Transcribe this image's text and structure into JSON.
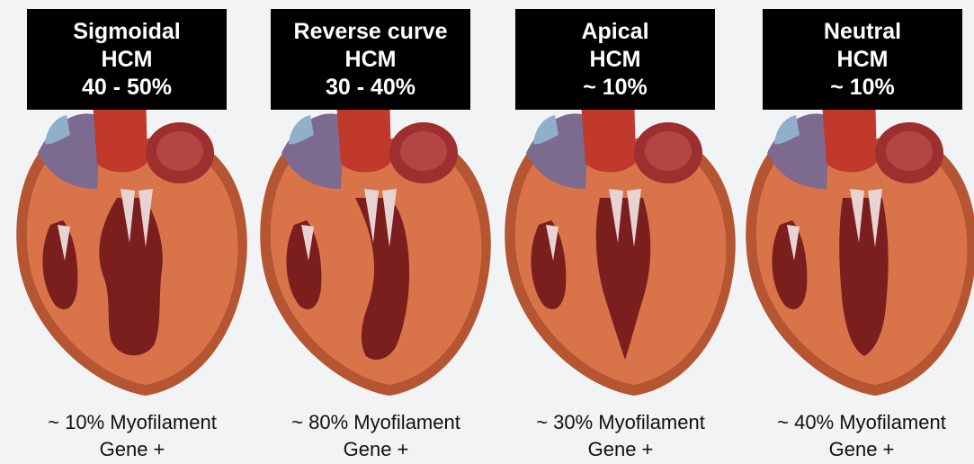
{
  "panels": [
    {
      "id": "sigmoidal",
      "title": "Sigmoidal",
      "subtitle": "HCM",
      "prevalence": "40 - 50%",
      "caption_line1": "~ 10% Myofilament",
      "caption_line2": "Gene +"
    },
    {
      "id": "reverse-curve",
      "title": "Reverse curve",
      "subtitle": "HCM",
      "prevalence": "30 - 40%",
      "caption_line1": "~ 80% Myofilament",
      "caption_line2": "Gene +"
    },
    {
      "id": "apical",
      "title": "Apical",
      "subtitle": "HCM",
      "prevalence": "~ 10%",
      "caption_line1": "~ 30% Myofilament",
      "caption_line2": "Gene +"
    },
    {
      "id": "neutral",
      "title": "Neutral",
      "subtitle": "HCM",
      "prevalence": "~ 10%",
      "caption_line1": "~ 40% Myofilament",
      "caption_line2": "Gene +"
    }
  ],
  "colors": {
    "myocardium": "#d9734a",
    "myocardium_dark": "#b55532",
    "cavity": "#7a1e1e",
    "aorta": "#c0392b",
    "vein_purple": "#7d6a8f",
    "vessel_blue": "#8fb0c8",
    "valve": "#e8d3d3",
    "label_bg": "#000000",
    "label_text": "#ffffff",
    "background": "#f2f3f5"
  }
}
